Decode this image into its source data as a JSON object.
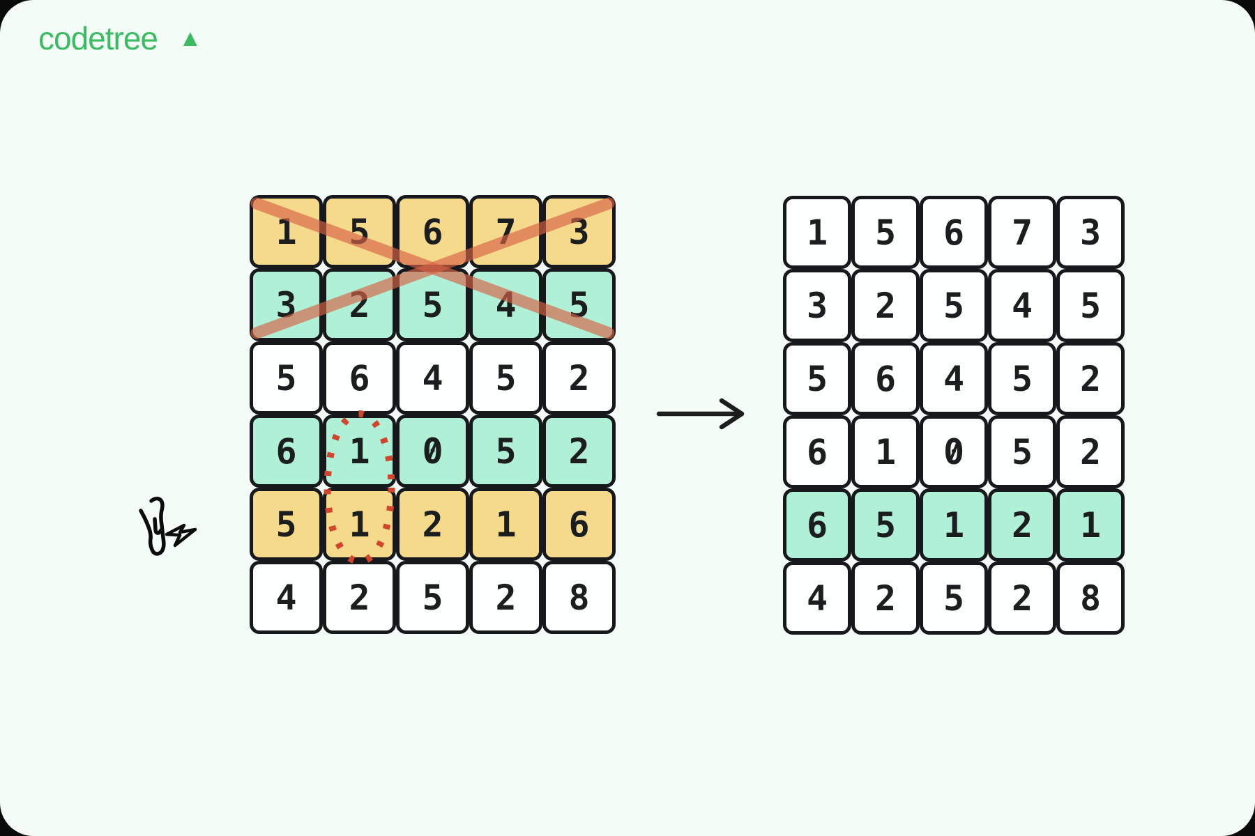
{
  "logo": {
    "text": "codetree",
    "mark": "▲"
  },
  "colors": {
    "background": "#F3FCF7",
    "logo_green": "#3CBB63",
    "cell_yellow": "#F6DA8C",
    "cell_teal": "#AFF0D6",
    "cell_white": "#FCFFFD",
    "cell_border": "#17181B",
    "digit_ink": "#1C1D1F",
    "cross_red": "#D66346",
    "circle_red": "#D2452D"
  },
  "grids": {
    "left": {
      "label": "input-grid",
      "rows": [
        {
          "color": "yellow",
          "cells": [
            "1",
            "5",
            "6",
            "7",
            "3"
          ]
        },
        {
          "color": "teal",
          "cells": [
            "3",
            "2",
            "5",
            "4",
            "5"
          ]
        },
        {
          "color": "white",
          "cells": [
            "5",
            "6",
            "4",
            "5",
            "2"
          ]
        },
        {
          "color": "teal",
          "cells": [
            "6",
            "1",
            "0",
            "5",
            "2"
          ]
        },
        {
          "color": "yellow",
          "cells": [
            "5",
            "1",
            "2",
            "1",
            "6"
          ]
        },
        {
          "color": "white",
          "cells": [
            "4",
            "2",
            "5",
            "2",
            "8"
          ]
        }
      ]
    },
    "right": {
      "label": "output-grid",
      "rows": [
        {
          "color": "white",
          "cells": [
            "1",
            "5",
            "6",
            "7",
            "3"
          ]
        },
        {
          "color": "white",
          "cells": [
            "3",
            "2",
            "5",
            "4",
            "5"
          ]
        },
        {
          "color": "white",
          "cells": [
            "5",
            "6",
            "4",
            "5",
            "2"
          ]
        },
        {
          "color": "white",
          "cells": [
            "6",
            "1",
            "0",
            "5",
            "2"
          ]
        },
        {
          "color": "teal",
          "cells": [
            "6",
            "5",
            "1",
            "2",
            "1"
          ]
        },
        {
          "color": "white",
          "cells": [
            "4",
            "2",
            "5",
            "2",
            "8"
          ]
        }
      ]
    }
  },
  "annotations": {
    "cross_out": {
      "name": "cross-out-mark",
      "color": "#D66346",
      "rows_covered": [
        1,
        2
      ]
    },
    "dotted_circle": {
      "name": "dotted-ellipse-mark",
      "color": "#D2452D",
      "column": 2,
      "rows_covered": [
        4,
        5
      ]
    },
    "arrow": {
      "name": "transform-arrow",
      "direction": "right"
    },
    "gesture": {
      "name": "flick-hand-lightning"
    }
  }
}
